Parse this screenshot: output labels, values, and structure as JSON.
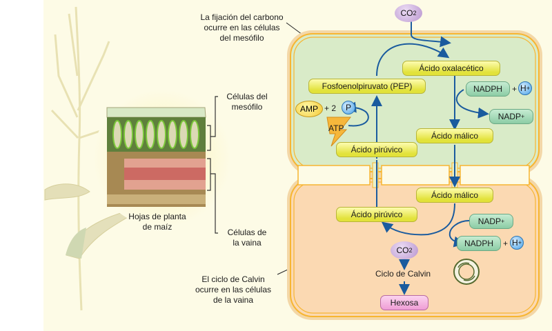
{
  "labels": {
    "carbon_fixation": "La fijación del carbono\nocurre en las células\ndel mesófilo",
    "calvin_location": "El ciclo de Calvin\nocurre en las células\nde la vaina",
    "mesophyll_cells": "Células del\nmesófilo",
    "sheath_cells": "Células de\nla vaina",
    "leaf_caption": "Hojas de planta\nde maíz"
  },
  "mesophyll": {
    "co2": "CO",
    "co2_sub": "2",
    "oxaloacetic": "Ácido oxalacético",
    "pep": "Fosfoenolpiruvato (PEP)",
    "nadph": "NADPH",
    "plus1": "+",
    "h": "H",
    "h_sup": "+",
    "nadp": "NADP",
    "nadp_sup": "+",
    "malic": "Ácido málico",
    "amp": "AMP",
    "plus2": "+ 2",
    "p": "P",
    "atp": "ATP",
    "pyruvic": "Ácido pirúvico"
  },
  "bundle_sheath": {
    "malic": "Ácido málico",
    "pyruvic": "Ácido pirúvico",
    "nadp": "NADP",
    "nadp_sup": "+",
    "nadph": "NADPH",
    "plus": "+",
    "h": "H",
    "h_sup": "+",
    "co2": "CO",
    "co2_sub": "2",
    "calvin_cycle": "Ciclo de Calvin",
    "hexose": "Hexosa",
    "cycle_icon": "cycle-arrows-icon"
  },
  "colors": {
    "mesophyll_fill": "#d9ebc8",
    "sheath_fill": "#fbd9b2",
    "membrane": "#f7b531",
    "arrow": "#1a5b9e",
    "background": "#fdfbe6"
  }
}
